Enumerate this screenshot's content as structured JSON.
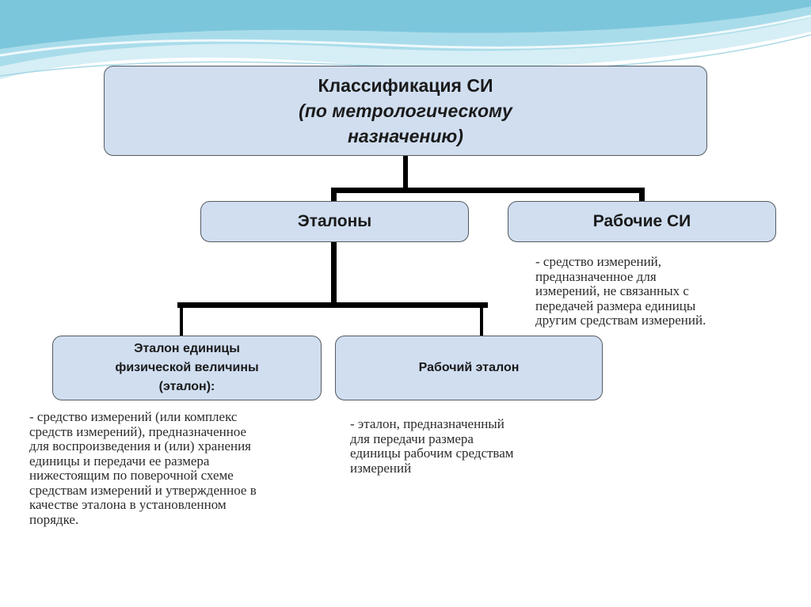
{
  "colors": {
    "box_fill": "#d0def0",
    "box_border": "#555a60",
    "connector": "#000000",
    "wave_light": "#bfe4ee",
    "wave_mid": "#8fd0e2",
    "wave_dark": "#6cbfd6"
  },
  "diagram": {
    "root": {
      "line1": "Классификация СИ",
      "line2": "(по метрологическому",
      "line3": "назначению)"
    },
    "level1": {
      "etalony": "Эталоны",
      "rabochie_si": "Рабочие СИ"
    },
    "level2": {
      "etalon_unit": {
        "line1": "Эталон единицы",
        "line2": "физической величины",
        "line3": "(эталон):"
      },
      "working_etalon": "Рабочий эталон"
    },
    "descriptions": {
      "rabochie_si": "- средство измерений,\nпредназначенное для\nизмерений, не связанных с\nпередачей размера единицы\nдругим средствам измерений.",
      "etalon_unit": "- средство измерений (или комплекс\nсредств измерений), предназначенное\nдля воспроизведения и (или) хранения\nединицы и передачи ее размера\nнижестоящим по поверочной схеме\nсредствам измерений и утвержденное в\nкачестве эталона в установленном\nпорядке.",
      "working_etalon": "- эталон, предназначенный\nдля передачи размера\nединицы рабочим средствам\nизмерений"
    }
  }
}
